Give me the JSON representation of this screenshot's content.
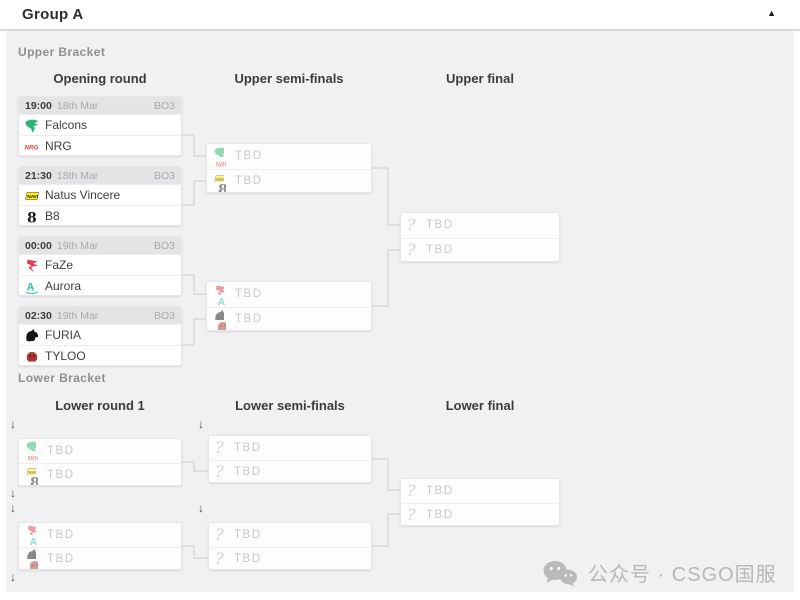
{
  "header": {
    "title": "Group A"
  },
  "icons": {
    "collapse": "▲",
    "drop_arrow": "↓"
  },
  "labels": {
    "tbd": "TBD",
    "question_mark": "?"
  },
  "teams": {
    "falcons": {
      "name": "Falcons",
      "color": "#2bb573"
    },
    "nrg": {
      "name": "NRG",
      "color": "#e0442e"
    },
    "natus_vincere": {
      "name": "Natus Vincere",
      "color": "#ffef00"
    },
    "b8": {
      "name": "B8",
      "color": "#1b1b1b"
    },
    "faze": {
      "name": "FaZe",
      "color": "#e13b4e"
    },
    "aurora": {
      "name": "Aurora",
      "color": "#2fc1ad"
    },
    "furia": {
      "name": "FURIA",
      "color": "#161616"
    },
    "tyloo": {
      "name": "TYLOO",
      "color": "#a63a32"
    }
  },
  "upper_bracket": {
    "label": "Upper Bracket",
    "columns": [
      "Opening round",
      "Upper semi-finals",
      "Upper final"
    ],
    "opening_matches": [
      {
        "time": "19:00",
        "date": "18th Mar",
        "format": "BO3",
        "teams": [
          "falcons",
          "nrg"
        ]
      },
      {
        "time": "21:30",
        "date": "18th Mar",
        "format": "BO3",
        "teams": [
          "natus_vincere",
          "b8"
        ]
      },
      {
        "time": "00:00",
        "date": "19th Mar",
        "format": "BO3",
        "teams": [
          "faze",
          "aurora"
        ]
      },
      {
        "time": "02:30",
        "date": "19th Mar",
        "format": "BO3",
        "teams": [
          "furia",
          "tyloo"
        ]
      }
    ],
    "semi_finals": [
      {
        "slots": [
          {
            "label": "TBD",
            "from": [
              "falcons",
              "nrg"
            ]
          },
          {
            "label": "TBD",
            "from": [
              "natus_vincere",
              "b8"
            ]
          }
        ]
      },
      {
        "slots": [
          {
            "label": "TBD",
            "from": [
              "faze",
              "aurora"
            ]
          },
          {
            "label": "TBD",
            "from": [
              "furia",
              "tyloo"
            ]
          }
        ]
      }
    ],
    "final": {
      "slots": [
        {
          "label": "TBD"
        },
        {
          "label": "TBD"
        }
      ]
    }
  },
  "lower_bracket": {
    "label": "Lower Bracket",
    "columns": [
      "Lower round 1",
      "Lower semi-finals",
      "Lower final"
    ],
    "round1_matches": [
      {
        "slots": [
          {
            "label": "TBD",
            "from": [
              "falcons",
              "nrg"
            ]
          },
          {
            "label": "TBD",
            "from": [
              "natus_vincere",
              "b8"
            ]
          }
        ]
      },
      {
        "slots": [
          {
            "label": "TBD",
            "from": [
              "faze",
              "aurora"
            ]
          },
          {
            "label": "TBD",
            "from": [
              "furia",
              "tyloo"
            ]
          }
        ]
      }
    ],
    "semi_finals": [
      {
        "slots": [
          {
            "label": "TBD"
          },
          {
            "label": "TBD"
          }
        ]
      },
      {
        "slots": [
          {
            "label": "TBD"
          },
          {
            "label": "TBD"
          }
        ]
      }
    ],
    "final": {
      "slots": [
        {
          "label": "TBD"
        },
        {
          "label": "TBD"
        }
      ]
    }
  },
  "watermark": {
    "text": "公众号 · CSGO国服"
  }
}
